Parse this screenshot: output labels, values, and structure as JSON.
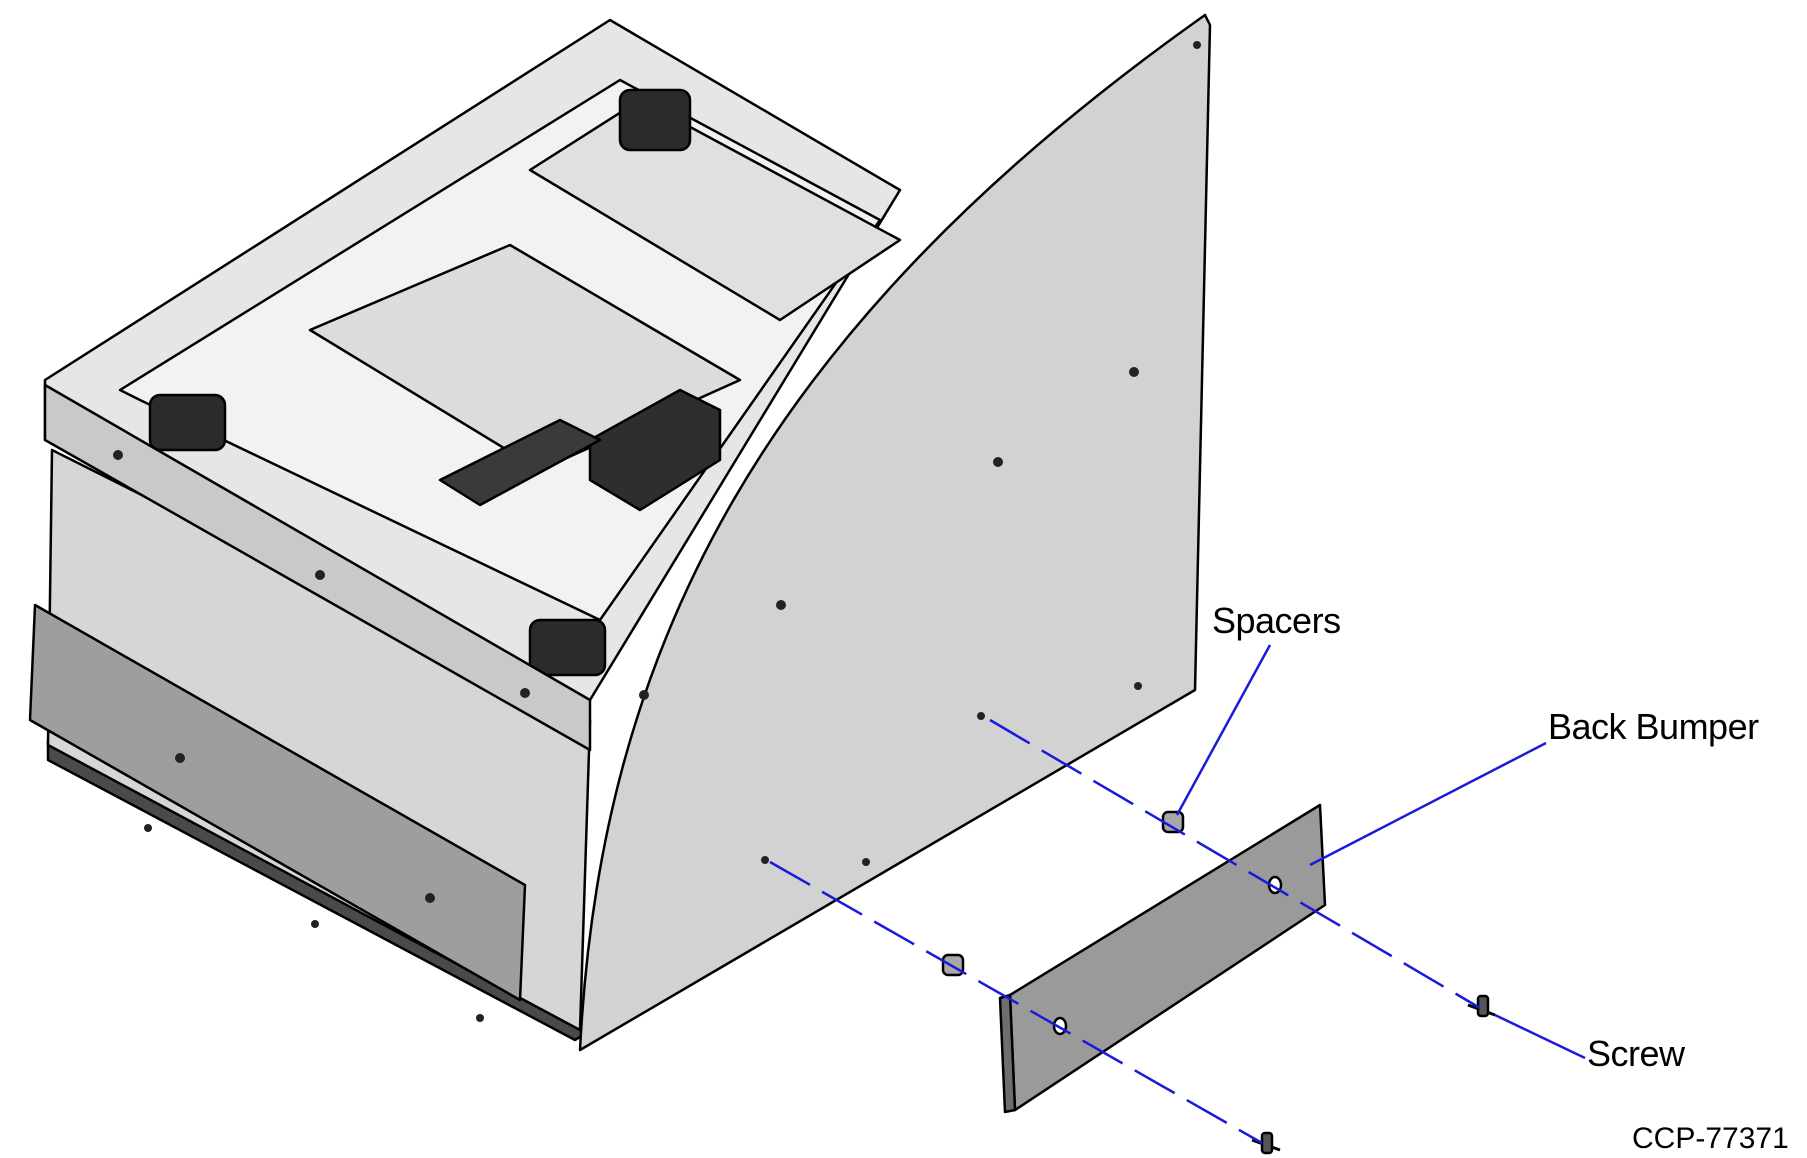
{
  "callouts": {
    "spacers": "Spacers",
    "back_bumper": "Back Bumper",
    "screw": "Screw"
  },
  "figure_id": "CCP-77371",
  "colors": {
    "leader_line": "#1a1adb",
    "panel_light": "#d4d4d4",
    "panel_mid": "#c2c2c2",
    "bumper": "#9a9a9a",
    "base_dark": "#4a4a4a",
    "outline": "#000000"
  }
}
